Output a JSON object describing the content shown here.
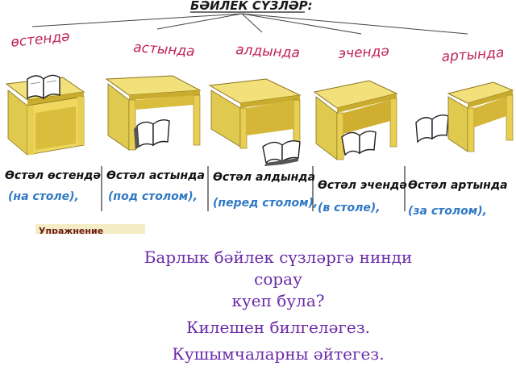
{
  "diagram": {
    "title": "БӘЙЛЕК СҮЗЛӘР:",
    "positions": [
      {
        "label": "өстендә",
        "phrase_tt": "Өстәл өстендә",
        "phrase_ru": "(на столе),"
      },
      {
        "label": "астында",
        "phrase_tt": "Өстәл астында",
        "phrase_ru": "(под столом),"
      },
      {
        "label": "алдында",
        "phrase_tt": "Өстәл алдында",
        "phrase_ru": "(перед столом),"
      },
      {
        "label": "эчендә",
        "phrase_tt": "Өстәл эчендә",
        "phrase_ru": "(в столе),"
      },
      {
        "label": "артында",
        "phrase_tt": "Өстәл артында",
        "phrase_ru": "(за столом),"
      }
    ],
    "strip_text": "Упражнение"
  },
  "colors": {
    "desk_top": "#f2e07a",
    "desk_side": "#e0c94f",
    "desk_dark": "#c9ac2e",
    "label": "#c0235a",
    "phrase_ru": "#2f78c4",
    "questions": "#6a2aa8"
  },
  "questions": {
    "line1": "Барлык бәйлек сүзләргә нинди сорау",
    "line2": "куеп була?",
    "line3": "Килешен билгеләгез.",
    "line4": "Кушымчаларны әйтегез."
  }
}
